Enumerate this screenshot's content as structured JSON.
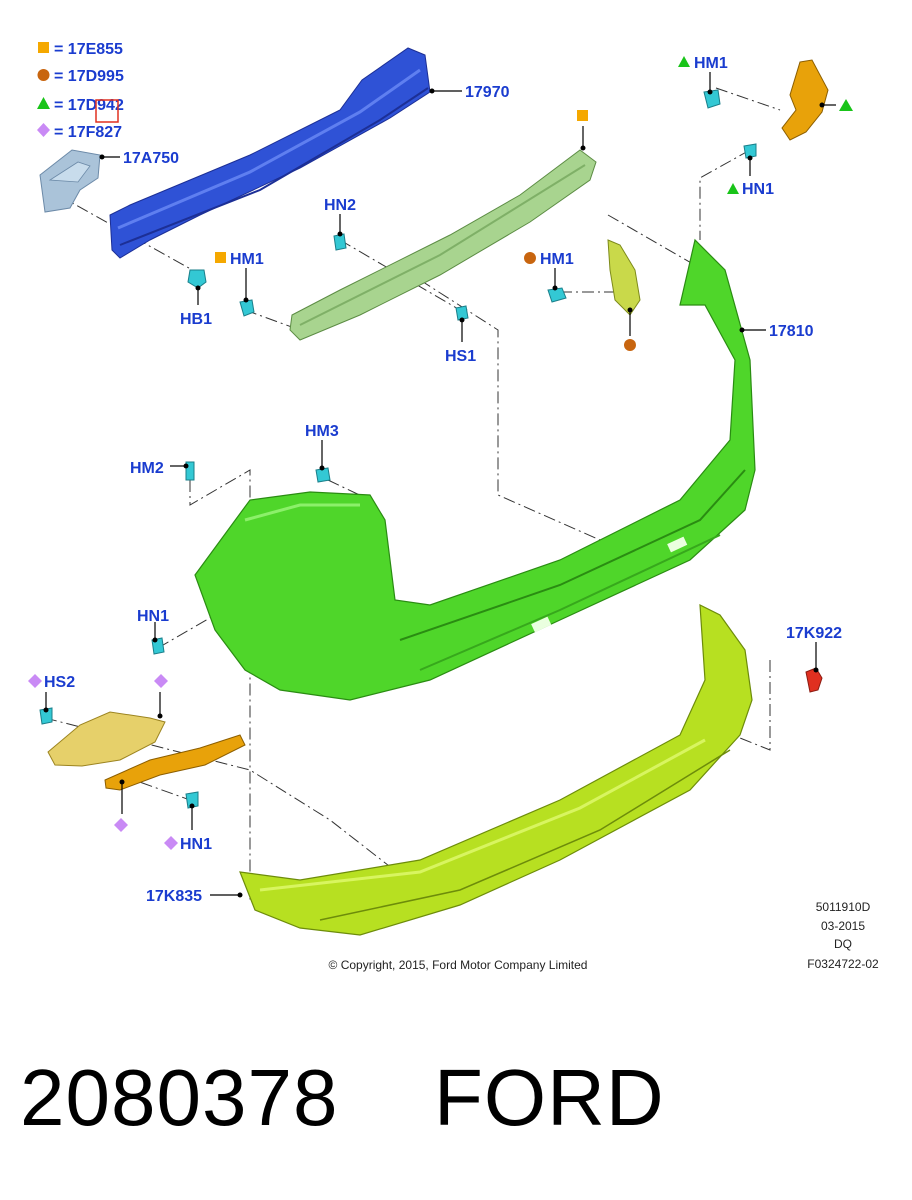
{
  "legend": [
    {
      "shape": "square",
      "color": "#f5a800",
      "text": "= 17E855"
    },
    {
      "shape": "circle",
      "color": "#c8650f",
      "text": "= 17D995"
    },
    {
      "shape": "triangle",
      "color": "#19c419",
      "text": "= 17D942"
    },
    {
      "shape": "diamond",
      "color": "#c98af5",
      "text": "= 17F827"
    }
  ],
  "parts": {
    "p17970": "17970",
    "p17A750": "17A750",
    "p17810": "17810",
    "p17K922": "17K922",
    "p17K835": "17K835"
  },
  "fasteners": {
    "hb1": "HB1",
    "hm1_left": "HM1",
    "hn2": "HN2",
    "hs1": "HS1",
    "hm1_mid": "HM1",
    "hm1_right": "HM1",
    "hn1_right": "HN1",
    "hm2": "HM2",
    "hm3": "HM3",
    "hn1_left": "HN1",
    "hs2": "HS2",
    "hn1_bottom": "HN1"
  },
  "meta": {
    "code": "5011910D",
    "date": "03-2015",
    "dq": "DQ",
    "ref": "F0324722-02",
    "copyright": "© Copyright, 2015, Ford Motor Company Limited"
  },
  "footer": {
    "part_number": "2080378",
    "brand": "FORD"
  },
  "colors": {
    "label_blue": "#1a3ccf",
    "beam_blue": "#2f52d6",
    "bumper_green": "#4fd62a",
    "absorber_green": "#a8d48f",
    "lower_valance": "#b7e021",
    "bracket_orange": "#e8a20a",
    "clip_cyan": "#33c8d4",
    "marker_red": "#e03020"
  }
}
